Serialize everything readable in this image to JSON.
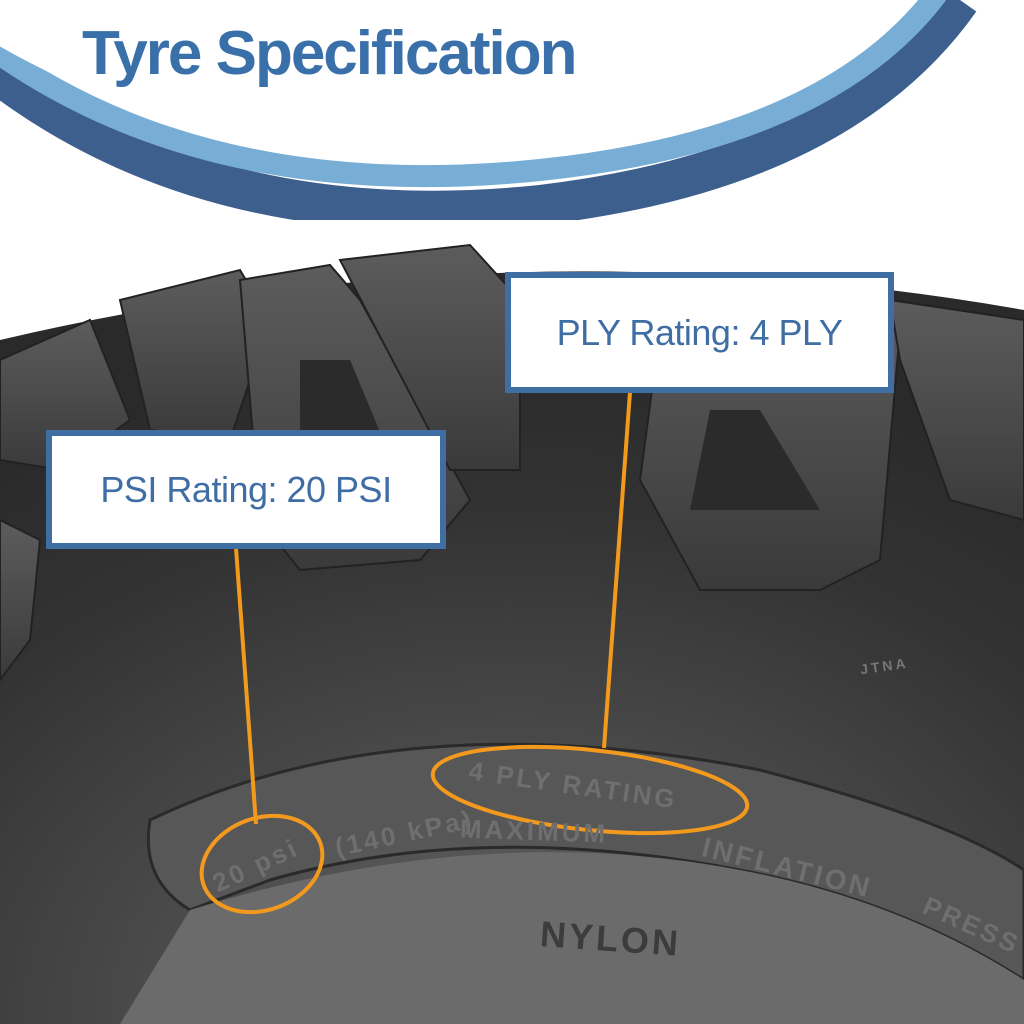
{
  "header": {
    "title": "Tyre Specification",
    "colors": {
      "title": "#3a70aa",
      "arc_light": "#78aed6",
      "arc_dark": "#3d5f8e"
    }
  },
  "callouts": [
    {
      "label": "PSI Rating: 20 PSI",
      "target_text": "20 psi"
    },
    {
      "label": "PLY Rating: 4 PLY",
      "target_text": "4 PLY RATING"
    }
  ],
  "sidewall": {
    "psi_text": "20 psi",
    "kpa_text": "(140 kPa)",
    "maximum_text": "MAXIMUM",
    "inflation_text": "INFLATION",
    "pressure_text": "PRESS",
    "ply_text": "4 PLY RATING",
    "material_text": "NYLON",
    "small_mark": "JTNA"
  },
  "colors": {
    "box_border": "#3f6ea4",
    "leader_line": "#f39a1e",
    "tyre": "#3a3a3a"
  }
}
